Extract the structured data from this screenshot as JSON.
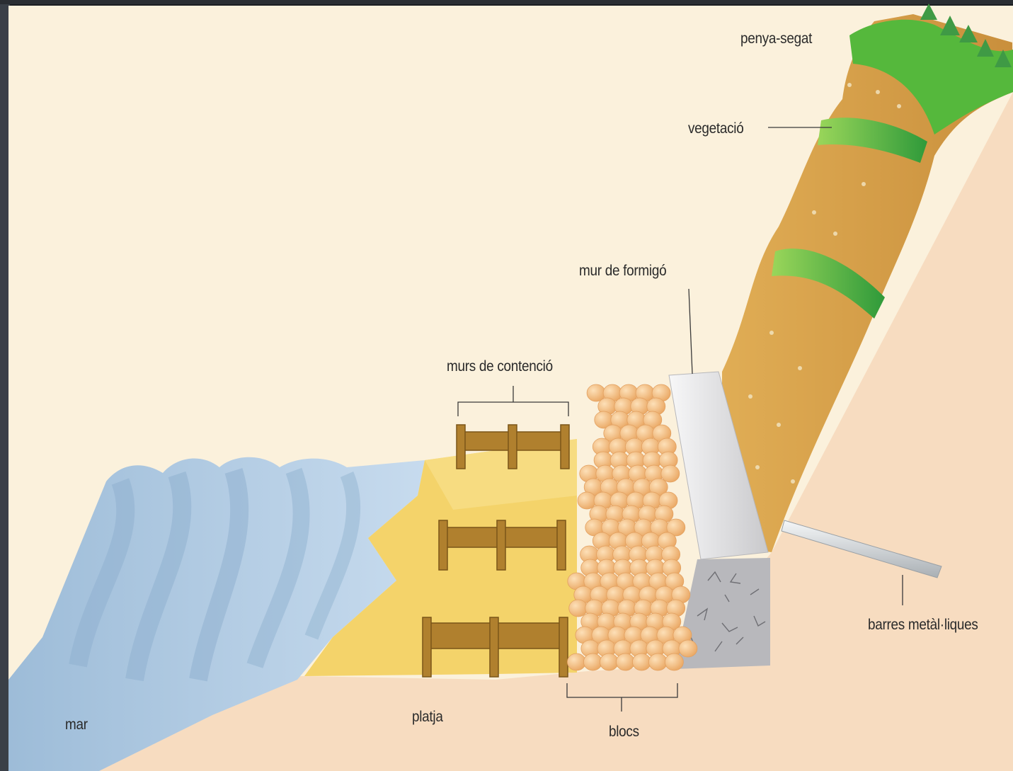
{
  "labels": {
    "penya_segat": "penya-segat",
    "vegetacio": "vegetació",
    "mur_de_formigo": "mur de formigó",
    "murs_de_contencio": "murs de contenció",
    "barres_metalliques": "barres metàl·liques",
    "mar": "mar",
    "platja": "platja",
    "blocs": "blocs"
  },
  "colors": {
    "background_frame": "#1b1e22",
    "paper": "#fbf1dc",
    "ground": "#f7dcc0",
    "sea": "#aac6de",
    "sand": "#f4d36a",
    "cliff_soil": "#d9a24a",
    "vegetation": "#5fc23f",
    "timber": "#b0802e",
    "boulders": "#f5bd7e",
    "concrete": "#e6e6e8",
    "gravel": "#b8b8bc",
    "metal_bar": "#d8dcdf"
  }
}
